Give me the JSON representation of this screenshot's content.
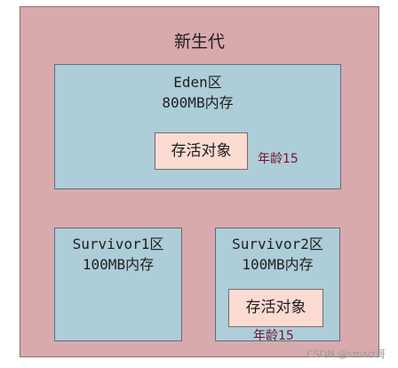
{
  "young_generation": {
    "title": "新生代"
  },
  "eden": {
    "name": "Eden区",
    "size": "800MB内存",
    "object_label": "存活对象",
    "age_label": "年龄15"
  },
  "survivor1": {
    "name": "Survivor1区",
    "size": "100MB内存"
  },
  "survivor2": {
    "name": "Survivor2区",
    "size": "100MB内存",
    "object_label": "存活对象",
    "age_label": "年龄15"
  },
  "watermark": "CSDN @smart哥",
  "colors": {
    "young_generation_fill": "#d8aaad",
    "region_fill": "#adcdd8",
    "object_fill": "#fbdbd2",
    "age_text": "#7b1030"
  }
}
